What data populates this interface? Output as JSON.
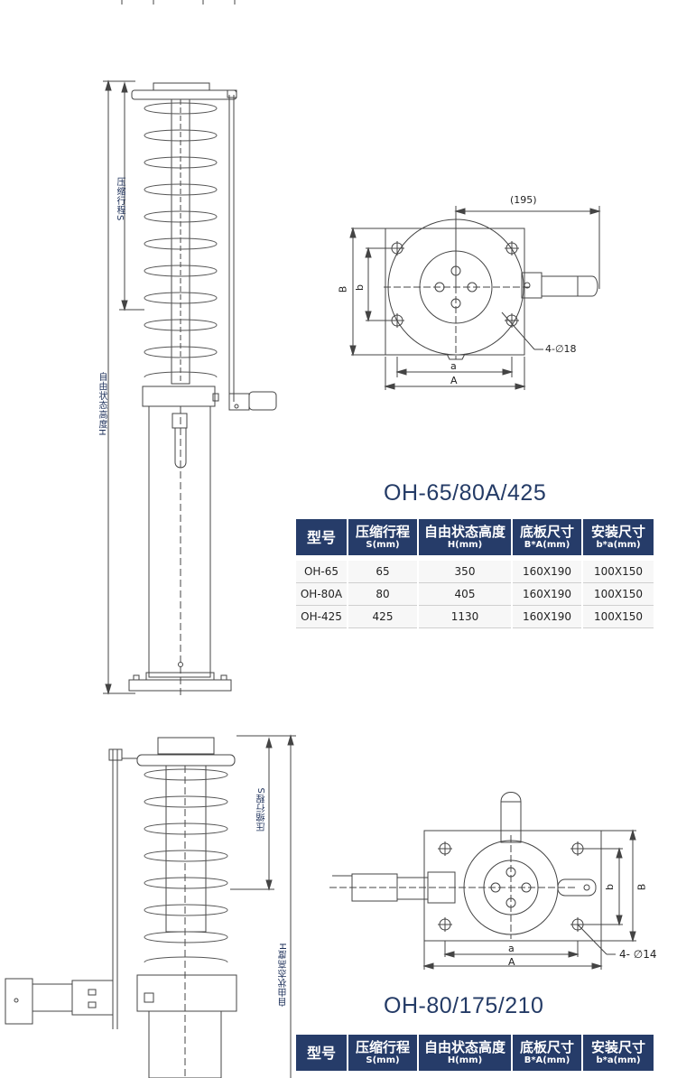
{
  "section1": {
    "model_title": "OH-65/80A/425",
    "side_view": {
      "stroke_label": "压缩行程S",
      "height_label": "自由状态高度H"
    },
    "top_view": {
      "dim_195": "(195)",
      "label_B": "B",
      "label_b": "b",
      "label_a": "a",
      "label_A": "A",
      "holes": "4-∅18"
    },
    "table": {
      "headers": [
        {
          "cn": "型号",
          "en": ""
        },
        {
          "cn": "压缩行程",
          "en": "S(mm)"
        },
        {
          "cn": "自由状态高度",
          "en": "H(mm)"
        },
        {
          "cn": "底板尺寸",
          "en": "B*A(mm)"
        },
        {
          "cn": "安装尺寸",
          "en": "b*a(mm)"
        }
      ],
      "rows": [
        [
          "OH-65",
          "65",
          "350",
          "160X190",
          "100X150"
        ],
        [
          "OH-80A",
          "80",
          "405",
          "160X190",
          "100X150"
        ],
        [
          "OH-425",
          "425",
          "1130",
          "160X190",
          "100X150"
        ]
      ]
    }
  },
  "section2": {
    "model_title": "OH-80/175/210",
    "side_view": {
      "stroke_label": "压缩行程S",
      "height_label": "自由状态高度H"
    },
    "top_view": {
      "label_B": "B",
      "label_b": "b",
      "label_a": "a",
      "label_A": "A",
      "holes": "4- ∅14"
    },
    "table": {
      "headers": [
        {
          "cn": "型号",
          "en": ""
        },
        {
          "cn": "压缩行程",
          "en": "S(mm)"
        },
        {
          "cn": "自由状态高度",
          "en": "H(mm)"
        },
        {
          "cn": "底板尺寸",
          "en": "B*A(mm)"
        },
        {
          "cn": "安装尺寸",
          "en": "b*a(mm)"
        }
      ]
    }
  },
  "colors": {
    "header_bg": "#263c69",
    "title": "#243b66",
    "line": "#444444"
  }
}
